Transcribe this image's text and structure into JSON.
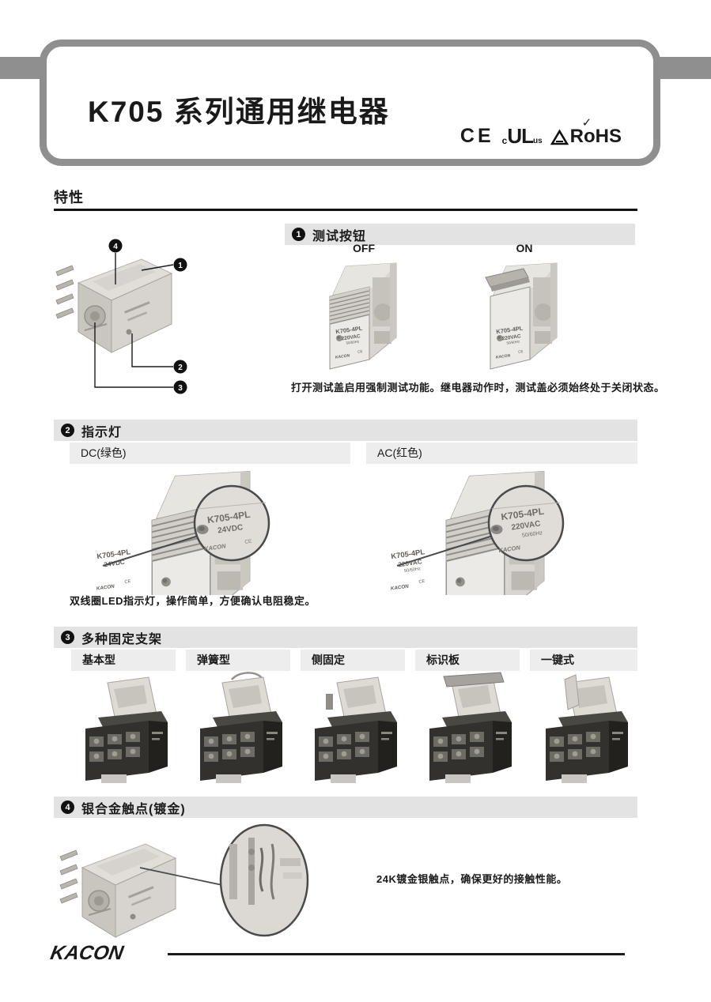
{
  "header": {
    "title": "K705 系列通用继电器",
    "certs": {
      "ce": "CE",
      "ul_c": "c",
      "ul": "UL",
      "ul_us": "us",
      "rohs": "RoHS",
      "rohs_check": "✓"
    }
  },
  "features": {
    "heading": "特性"
  },
  "relay": {
    "model": "K705-4PL",
    "ac_voltage": "220VAC",
    "ac_freq": "50/60Hz",
    "dc_voltage": "24VDC",
    "brand": "KACON",
    "mark": "CE"
  },
  "overview_callouts": [
    "1",
    "2",
    "3",
    "4"
  ],
  "section1": {
    "num": "1",
    "title": "测试按钮",
    "state_off": "OFF",
    "state_on": "ON",
    "caption": "打开测试盖启用强制测试功能。继电器动作时，测试盖必须始终处于关闭状态。"
  },
  "section2": {
    "num": "2",
    "title": "指示灯",
    "dc_label": "DC(绿色)",
    "ac_label": "AC(红色)",
    "caption": "双线圈LED指示灯，操作简单，方便确认电阻稳定。"
  },
  "section3": {
    "num": "3",
    "title": "多种固定支架",
    "types": [
      "基本型",
      "弹簧型",
      "侧固定",
      "标识板",
      "一键式"
    ]
  },
  "section4": {
    "num": "4",
    "title": "银合金触点(镀金)",
    "caption": "24K镀金银触点，确保更好的接触性能。"
  },
  "footer": {
    "logo": "KACON"
  },
  "colors": {
    "accent_gray": "#8f8f8f",
    "section_header_bg": "#e3e3e3",
    "sublabel_bg": "#ededed",
    "text": "#1a1a1a"
  }
}
